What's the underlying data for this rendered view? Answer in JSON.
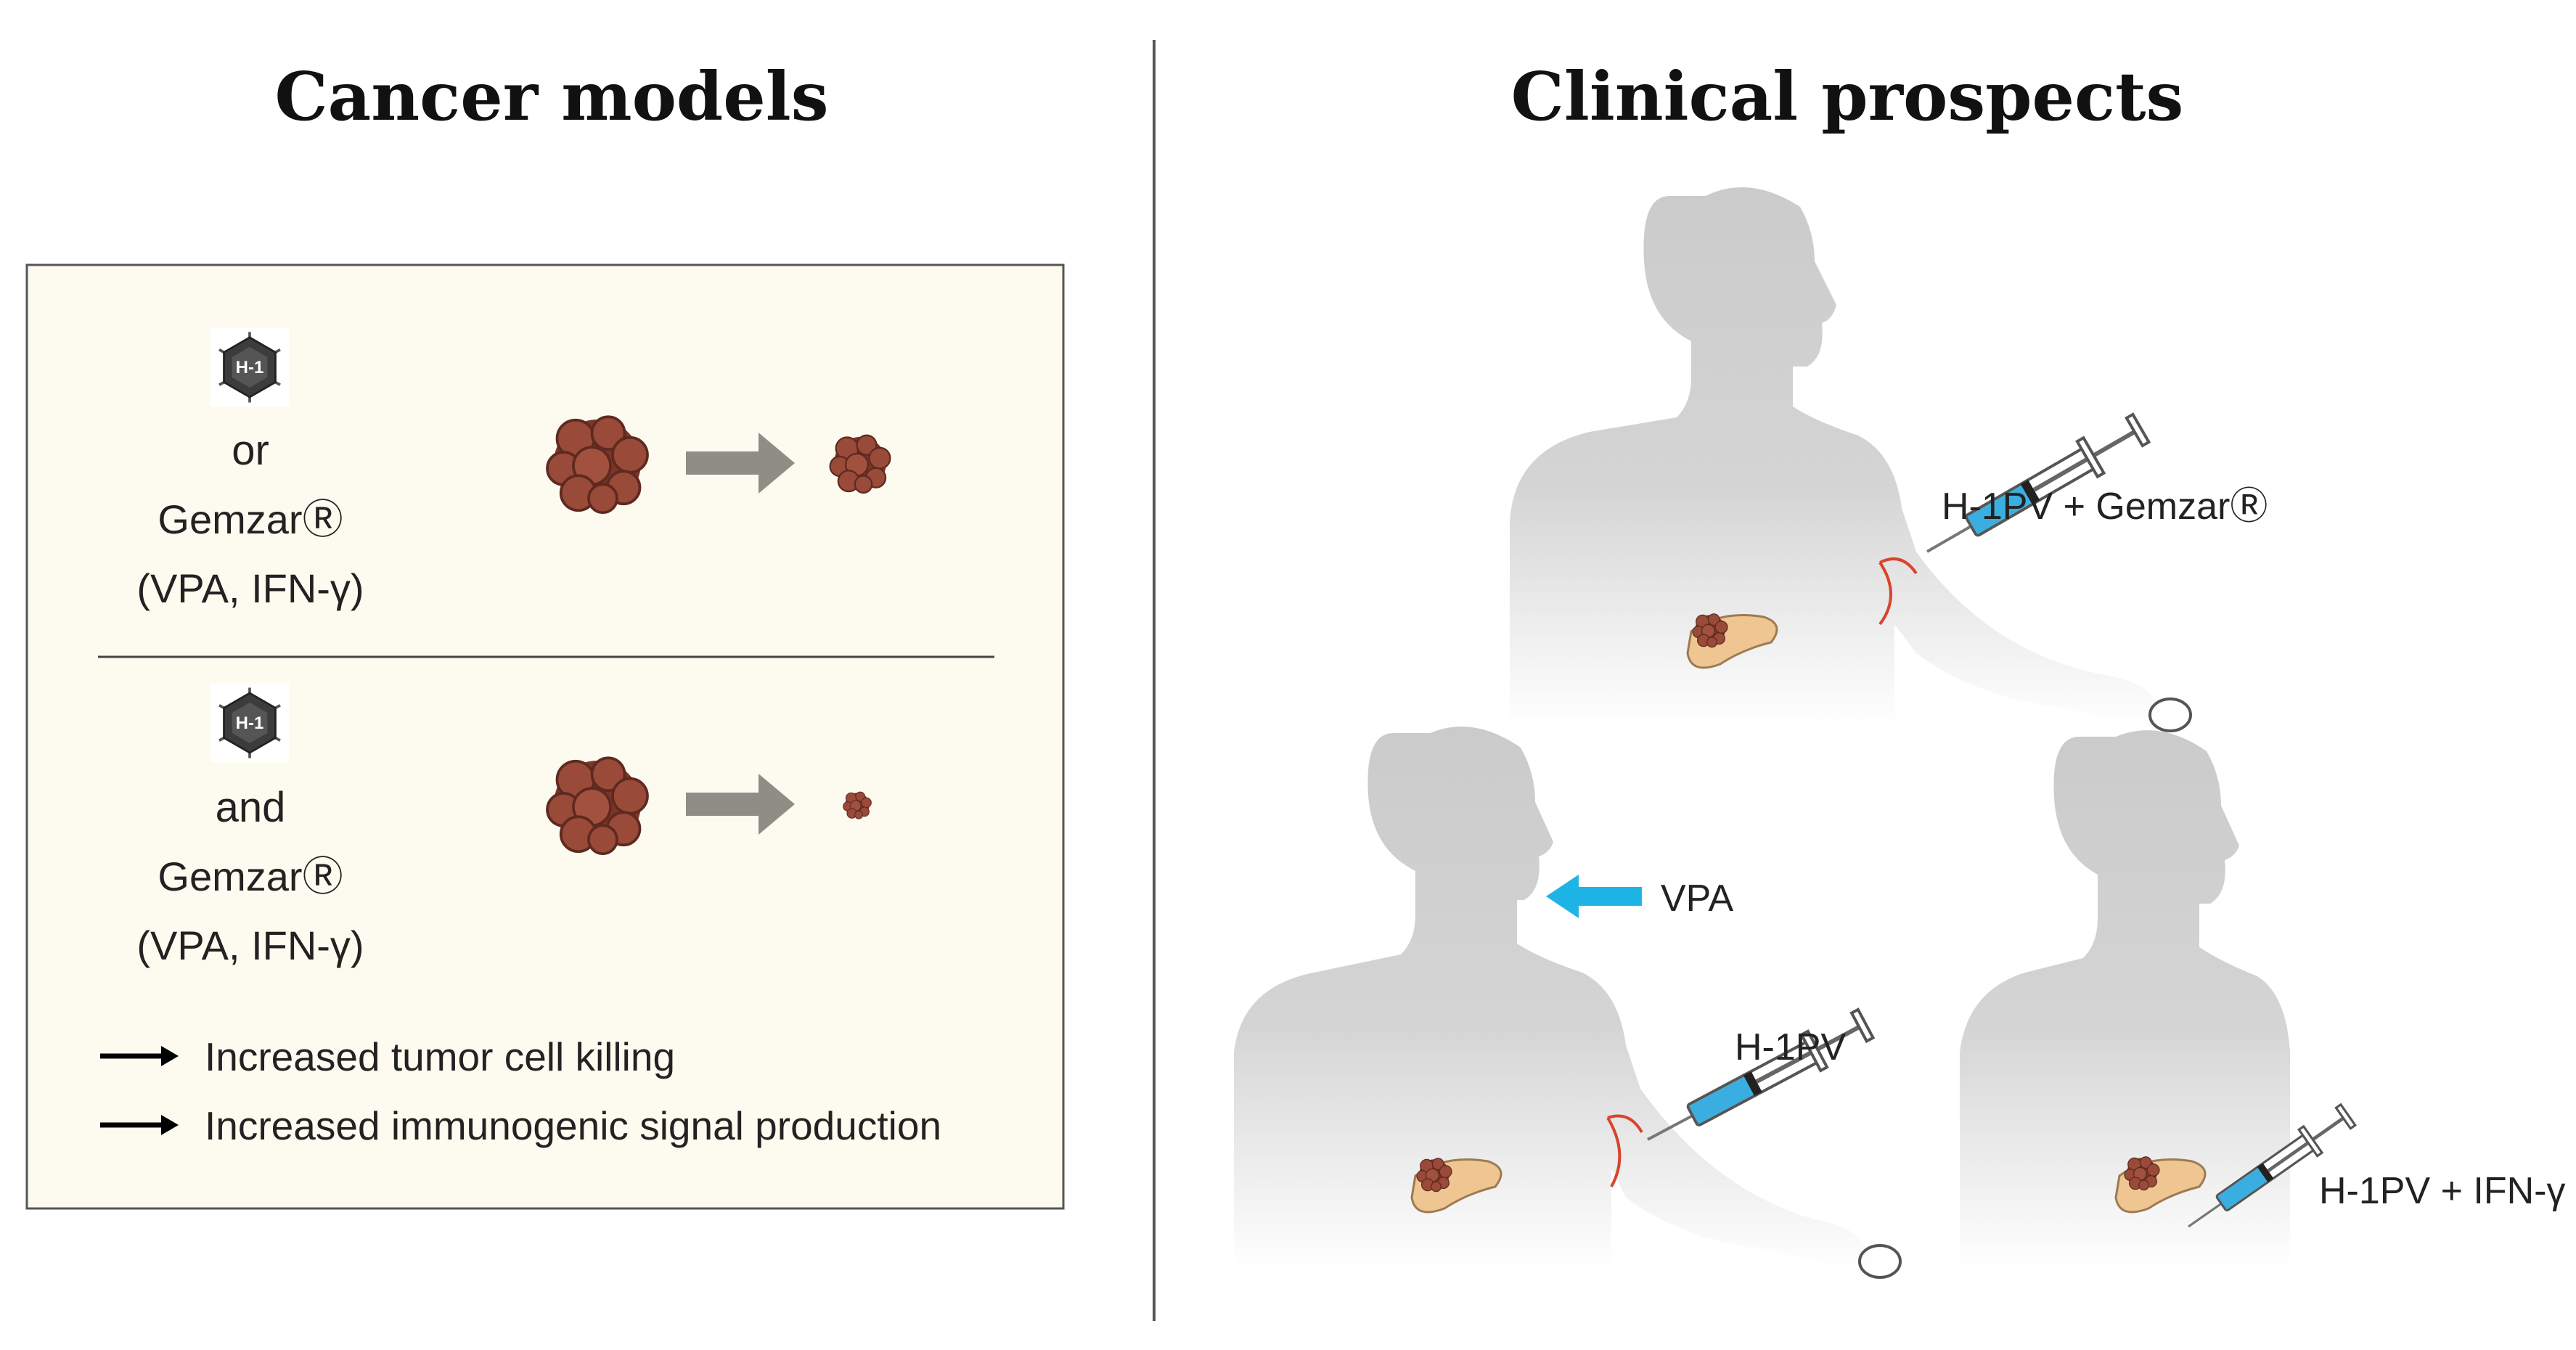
{
  "panels": {
    "left_title": "Cancer models",
    "right_title": "Clinical prospects"
  },
  "virus_badge": "H-1",
  "row1": {
    "connector": "or",
    "drug": "GemzarⓇ",
    "adjuvants": "(VPA, IFN-γ)"
  },
  "row2": {
    "connector": "and",
    "drug": "GemzarⓇ",
    "adjuvants": "(VPA, IFN-γ)"
  },
  "outcomes": [
    "Increased tumor cell killing",
    "Increased immunogenic signal production"
  ],
  "clinical": {
    "top_label": "H-1PV + GemzarⓇ",
    "vpa_label": "VPA",
    "left_label": "H-1PV",
    "right_label": "H-1PV + IFN-γ"
  },
  "colors": {
    "panel_bg": "#fdfbef",
    "tumor": "#8a4133",
    "arrow_grey": "#8f8e86",
    "body_grey": "#cfcfcf",
    "pancreas": "#efc692",
    "syringe_blue": "#3aaee0",
    "vpa_arrow": "#1fb4e6",
    "vein_red": "#d8442c"
  }
}
